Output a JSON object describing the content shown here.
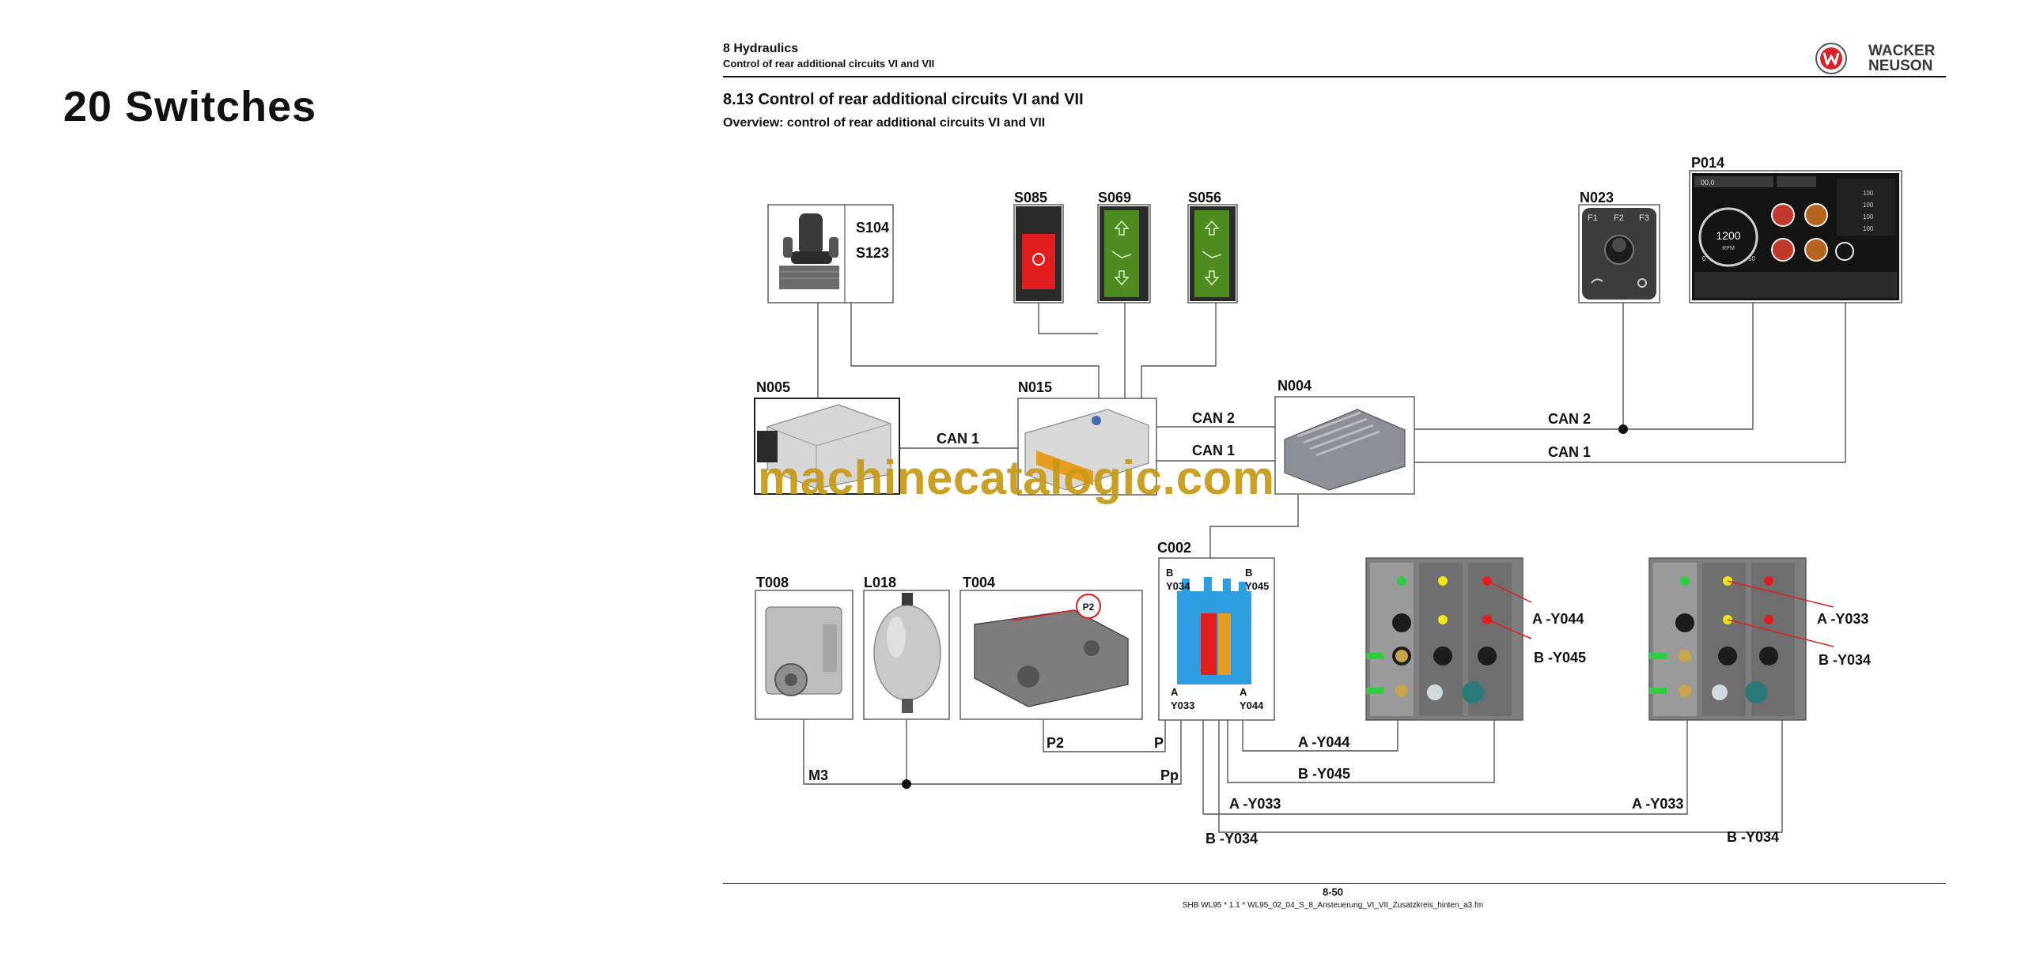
{
  "page": {
    "chapter_title": "20 Switches",
    "header_section": "8   Hydraulics",
    "header_subtitle": "Control of rear additional circuits VI and VII",
    "section_title": "8.13  Control of rear additional circuits VI and VII",
    "section_subtitle": "Overview: control of rear additional circuits VI and VII",
    "page_number": "8-50",
    "file_reference": "SHB WL95 *  1.1 * WL95_02_04_S_8_Ansteuerung_VI_VII_Zusatzkreis_hinten_a3.fm",
    "watermark": "machinecatalogic.com"
  },
  "logo": {
    "brand": "WACKER NEUSON",
    "line1": "WACKER",
    "line2": "NEUSON",
    "icon": "w-badge-icon"
  },
  "colors": {
    "accent_red": "#e11d1d",
    "switch_green": "#4d8c1f",
    "valve_blue": "#2f9ee0",
    "watermark": "#c69a12"
  },
  "components": {
    "S104": "S104",
    "S123": "S123",
    "S085": "S085",
    "S069": "S069",
    "S056": "S056",
    "N023": "N023",
    "P014": "P014",
    "N005": "N005",
    "N015": "N015",
    "N004": "N004",
    "C002": "C002",
    "T008": "T008",
    "L018": "L018",
    "T004": "T004",
    "P2_badge": "P2"
  },
  "joystick": {
    "f1": "F1",
    "f2": "F2",
    "f3": "F3"
  },
  "display": {
    "rpm": "1200",
    "unit": "RPM",
    "left_value": "00.0",
    "scale_low": "0",
    "scale_high": "50",
    "pct": [
      "100",
      "100",
      "100",
      "100"
    ]
  },
  "valve_block": {
    "b_y034_1": "B",
    "b_y034_2": "Y034",
    "b_y045_1": "B",
    "b_y045_2": "Y045",
    "a_y033_1": "A",
    "a_y033_2": "Y033",
    "a_y044_1": "A",
    "a_y044_2": "Y044"
  },
  "connections": {
    "can1_left": "CAN 1",
    "can2_mid": "CAN 2",
    "can1_mid": "CAN 1",
    "can2_right": "CAN 2",
    "can1_right": "CAN 1",
    "p2": "P2",
    "p": "P",
    "m3": "M3",
    "pp": "Pp",
    "a_y044_line": "A -Y044",
    "b_y045_line": "B -Y045",
    "a_y033_line": "A -Y033",
    "b_y034_line": "B -Y034",
    "a_y033_right": "A -Y033",
    "b_y034_right": "B -Y034",
    "panel1_a": "A -Y044",
    "panel1_b": "B -Y045",
    "panel2_a": "A -Y033",
    "panel2_b": "B -Y034"
  }
}
